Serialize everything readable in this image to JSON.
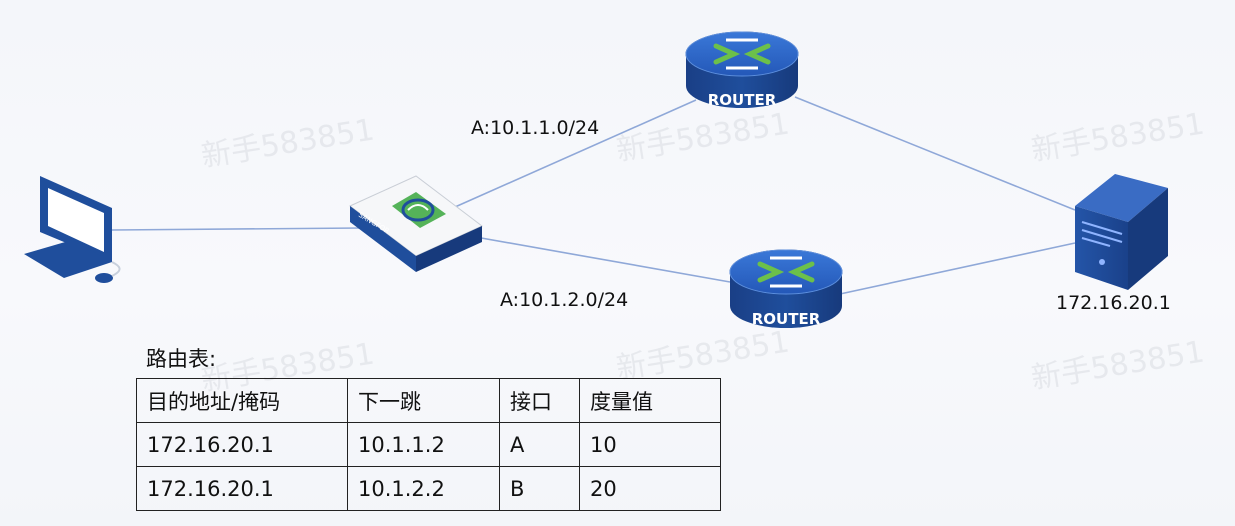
{
  "watermark": "新手583851",
  "links": {
    "upper_label": "A:10.1.1.0/24",
    "lower_label": "A:10.1.2.0/24"
  },
  "devices": {
    "pc": {
      "icon": "desktop-computer-icon"
    },
    "firewall": {
      "icon": "sangfor-appliance-icon",
      "brand": "SANGFOR"
    },
    "router_top": {
      "icon": "router-icon",
      "label": "ROUTER"
    },
    "router_bottom": {
      "icon": "router-icon",
      "label": "ROUTER"
    },
    "server": {
      "icon": "server-tower-icon",
      "label": "172.16.20.1"
    }
  },
  "colors": {
    "device_blue": "#1f4e9c",
    "router_top_face": "#2a63c5",
    "arrow_green": "#6cc04a",
    "link_line": "#8fa8d8"
  },
  "routing_table": {
    "title": "路由表:",
    "headers": [
      "目的地址/掩码",
      "下一跳",
      "接口",
      "度量值"
    ],
    "rows": [
      [
        "172.16.20.1",
        "10.1.1.2",
        "A",
        "10"
      ],
      [
        "172.16.20.1",
        "10.1.2.2",
        "B",
        "20"
      ]
    ]
  }
}
